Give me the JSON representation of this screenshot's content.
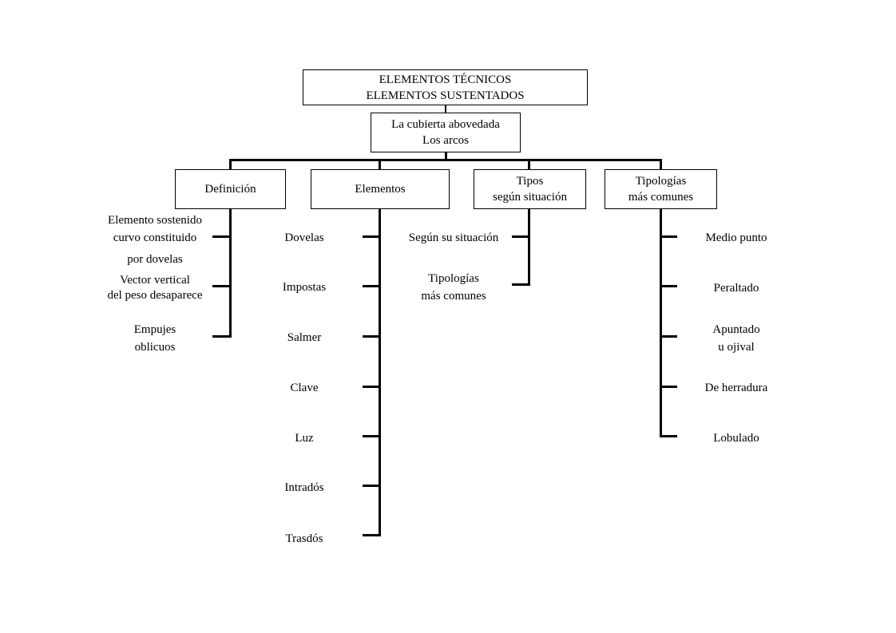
{
  "top_box": {
    "line1": "ELEMENTOS TÉCNICOS",
    "line2": "ELEMENTOS SUSTENTADOS"
  },
  "sub_box": {
    "line1": "La cubierta abovedada",
    "line2": "Los arcos"
  },
  "categories": {
    "definicion": {
      "label": "Definición"
    },
    "elementos": {
      "label": "Elementos"
    },
    "tipos": {
      "line1": "Tipos",
      "line2": "según situación"
    },
    "tipologias": {
      "line1": "Tipologías",
      "line2": "más comunes"
    }
  },
  "definicion_items": [
    {
      "line1": "Elemento sostenido",
      "line2": "curvo constituido"
    },
    {
      "line1": "por dovelas"
    },
    {
      "line1": "Vector vertical",
      "line2": "del peso desaparece"
    },
    {
      "line1": "Empujes",
      "line2": "oblicuos"
    }
  ],
  "elementos_items": [
    "Dovelas",
    "Impostas",
    "Salmer",
    "Clave",
    "Luz",
    "Intradós",
    "Trasdós"
  ],
  "tipos_items": [
    {
      "line1": "Según su situación"
    },
    {
      "line1": "Tipologías",
      "line2": "más comunes"
    }
  ],
  "tipologias_items": [
    {
      "line1": "Medio punto"
    },
    {
      "line1": "Peraltado"
    },
    {
      "line1": "Apuntado",
      "line2": "u ojival"
    },
    {
      "line1": "De herradura"
    },
    {
      "line1": "Lobulado"
    }
  ]
}
